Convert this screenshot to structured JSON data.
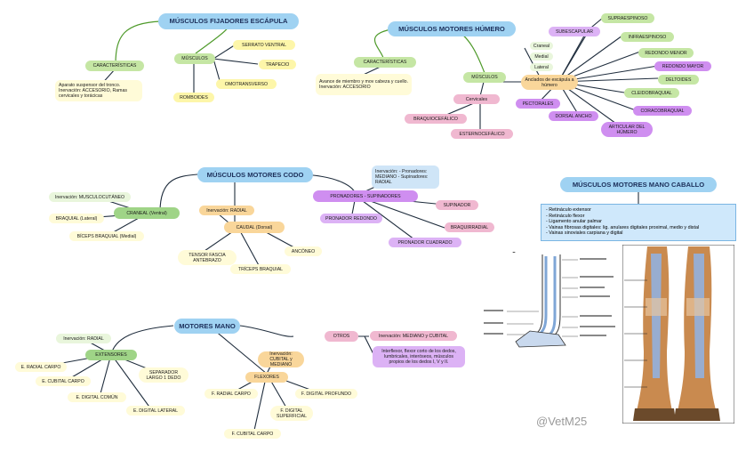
{
  "fijadores": {
    "title": "MÚSCULOS FIJADORES ESCÁPULA",
    "caracteristicas_label": "CARACTERÍSTICAS",
    "caracteristicas_text": "Aparato suspensor del tronco. Inervación: ACCESORIO, Ramas cervicales y torácicas",
    "musculos_label": "MÚSCULOS",
    "items": [
      "SERRATO VENTRAL",
      "TRAPECIO",
      "OMOTRANSVERSO",
      "ROMBOIDES"
    ]
  },
  "humero": {
    "title": "MÚSCULOS MOTORES HÚMERO",
    "caracteristicas_label": "CARACTERÍSTICAS",
    "caracteristicas_text": "Avance de miembro y mov cabeza y cuello. Inervación: ACCESORIO",
    "musculos_label": "MÚSCULOS",
    "cervicales_label": "Cervicales",
    "cervicales_items": [
      "BRAQUIOCEFÁLICO",
      "ESTERNOCEFÁLICO"
    ],
    "axioescapular_label": "Anclados de escápula a húmero",
    "positions": [
      "Craneal",
      "Medial",
      "Lateral"
    ],
    "items": [
      "SUBESCAPULAR",
      "SUPRAESPINOSO",
      "INFRAESPINOSO",
      "REDONDO MENOR",
      "REDONDO MAYOR",
      "DELTOIDES",
      "CLEIDOBRAQUIAL",
      "CORACOBRAQUIAL",
      "ARTICULAR DEL HÚMERO",
      "DORSAL ANCHO",
      "PECTORALES"
    ]
  },
  "codo": {
    "title": "MÚSCULOS MOTORES CODO",
    "craneal_label": "CRANEAL (Ventral)",
    "craneal_inerv": "Inervación: MUSCULOCUTÁNEO",
    "craneal_items": [
      "BRAQUIAL (Lateral)",
      "BÍCEPS BRAQUIAL (Medial)"
    ],
    "caudal_label": "CAUDAL (Dorsal)",
    "caudal_inerv": "Inervación: RADIAL",
    "caudal_items": [
      "TENSOR FASCIA ANTEBRAZO",
      "TRÍCEPS BRAQUIAL",
      "ANCÓNEO"
    ],
    "prono_label": "PRONADORES - SUPINADORES",
    "prono_inerv": "Inervación: - Pronadores: MEDIANO - Supinadores: RADIAL",
    "prono_items": [
      "PRONADOR REDONDO",
      "SUPINADOR",
      "BRAQUIRRADIAL",
      "PRONADOR CUADRADO"
    ]
  },
  "mano": {
    "title": "MOTORES MANO",
    "ext_label": "EXTENSORES",
    "ext_inerv": "Inervación: RADIAL",
    "ext_items": [
      "E. RADIAL CARPO",
      "E. CUBITAL CARPO",
      "E. DIGITAL COMÚN",
      "E. DIGITAL LATERAL",
      "SEPARADOR LARGO 1 DEDO"
    ],
    "flex_label": "FLEXORES",
    "flex_inerv": "Inervación: CUBITAL y MEDIANO",
    "flex_items": [
      "F. RADIAL CARPO",
      "F. DIGITAL PROFUNDO",
      "F. DIGITAL SUPERFICIAL",
      "F. CUBITAL CARPO"
    ],
    "otros_label": "OTROS",
    "otros_inerv": "Inervación: MEDIANO y CUBITAL",
    "otros_text": "Interflexor, flexor corto de los dedos, lumbricales, interóseos, músculos propios de los dedos I, V y II."
  },
  "caballo": {
    "title": "MÚSCULOS MOTORES MANO CABALLO",
    "items": [
      "- Retináculo extensor",
      "- Retináculo flexor",
      "- Ligamento anular palmar",
      "- Vainas fibrosas digitales: lig. anulares digitales proximal, medio y distal",
      "- Vainas sinoviales carpiana y digital"
    ]
  },
  "watermark": "@VetM25",
  "colors": {
    "title": "#9fd2f2",
    "green": "#c5e6a4",
    "yellow": "#fdf6a9",
    "orange": "#f9d69a",
    "pink": "#f0b8d0",
    "purple": "#cf8ef0",
    "line": "#1f2d3d",
    "green_line": "#4e9a2a"
  }
}
